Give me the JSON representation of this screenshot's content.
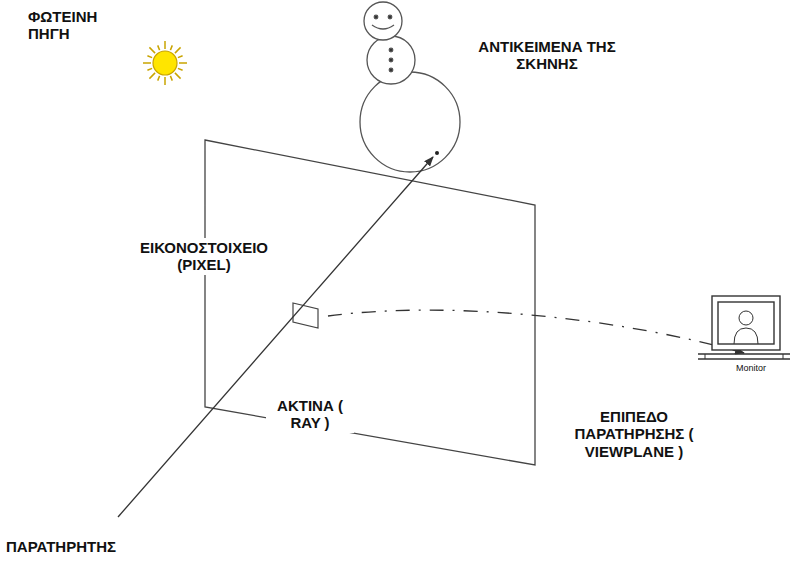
{
  "diagram": {
    "labels": [
      "ΦΩΤΕΙΝΗ ΠΗΓΗ",
      "ΑΝΤΙΚΕΙΜΕΝΑ ΤΗΣ ΣΚΗΝΗΣ",
      "ΕΙΚΟΝΟΣΤΟΙΧΕΙΟ (PIXEL)",
      "ΑΚΤΙΝΑ ( RAY )",
      "ΕΠΙΠΕΔΟ ΠΑΡΑΤΗΡΗΣΗΣ ( VIEWPLANE )",
      "Monitor",
      "ΠΑΡΑΤΗΡΗΤΗΣ"
    ]
  }
}
